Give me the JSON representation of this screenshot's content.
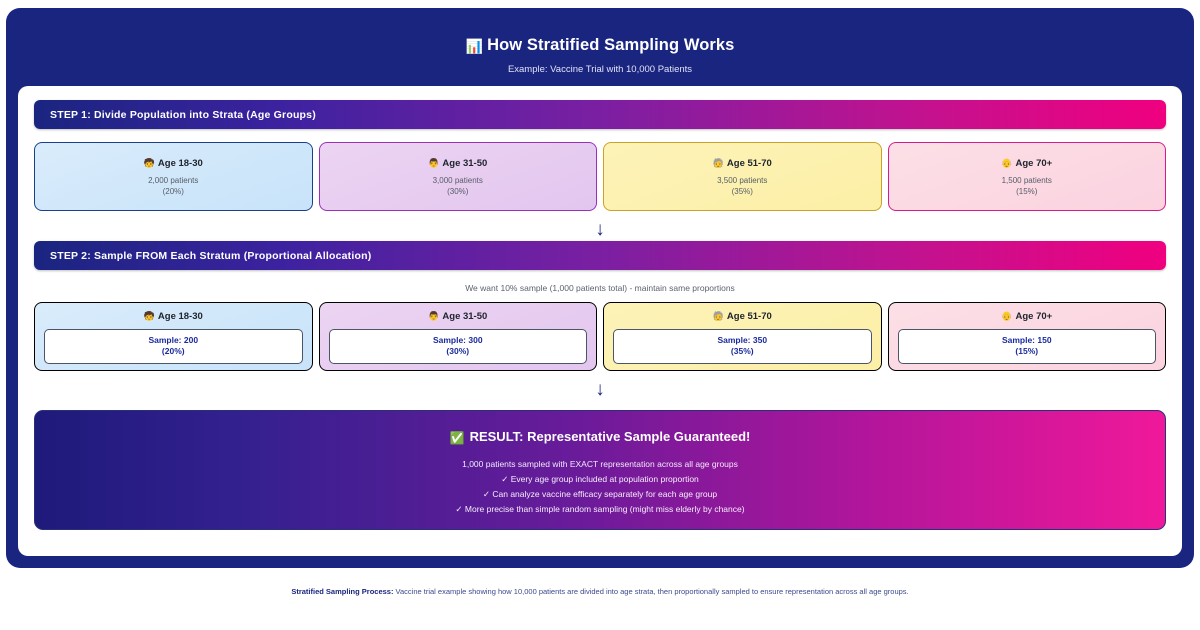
{
  "header": {
    "icon": "bar-chart-icon",
    "icon_glyph": "📊",
    "title": "How Stratified Sampling Works",
    "subtitle": "Example: Vaccine Trial with 10,000 Patients"
  },
  "step1": {
    "banner": "STEP 1: Divide Population into Strata (Age Groups)",
    "strata": [
      {
        "emoji": "🧒",
        "label": "Age 18-30",
        "count": "2,000 patients",
        "pct": "(20%)",
        "variant": "v-blue"
      },
      {
        "emoji": "👨",
        "label": "Age 31-50",
        "count": "3,000 patients",
        "pct": "(30%)",
        "variant": "v-purple"
      },
      {
        "emoji": "🧓",
        "label": "Age 51-70",
        "count": "3,500 patients",
        "pct": "(35%)",
        "variant": "v-yellow"
      },
      {
        "emoji": "👴",
        "label": "Age 70+",
        "count": "1,500 patients",
        "pct": "(15%)",
        "variant": "v-pink"
      }
    ]
  },
  "arrow1": "↓",
  "arrow2": "↓",
  "step2": {
    "banner": "STEP 2: Sample FROM Each Stratum (Proportional Allocation)",
    "note": "We want 10% sample (1,000 patients total) - maintain same proportions",
    "samples": [
      {
        "emoji": "🧒",
        "label": "Age 18-30",
        "sample": "Sample: 200",
        "pct": "(20%)",
        "variant": "v-blue"
      },
      {
        "emoji": "👨",
        "label": "Age 31-50",
        "sample": "Sample: 300",
        "pct": "(30%)",
        "variant": "v-purple"
      },
      {
        "emoji": "🧓",
        "label": "Age 51-70",
        "sample": "Sample: 350",
        "pct": "(35%)",
        "variant": "v-yellow"
      },
      {
        "emoji": "👴",
        "label": "Age 70+",
        "sample": "Sample: 150",
        "pct": "(15%)",
        "variant": "v-pink"
      }
    ]
  },
  "result": {
    "icon_glyph": "✅",
    "title": "RESULT: Representative Sample Guaranteed!",
    "subtitle": "1,000 patients sampled with EXACT representation across all age groups",
    "lines": [
      "✓ Every age group included at population proportion",
      "✓ Can analyze vaccine efficacy separately for each age group",
      "✓ More precise than simple random sampling (might miss elderly by chance)"
    ]
  },
  "caption": {
    "bold": "Stratified Sampling Process:",
    "text": " Vaccine trial example showing how 10,000 patients are divided into age strata, then proportionally sampled to ensure representation across all age groups."
  },
  "colors": {
    "frame_navy": "#1a2580",
    "magenta": "#f0007f",
    "purple": "#7b1fa2",
    "sample_text_blue": "#1a2a9c"
  }
}
